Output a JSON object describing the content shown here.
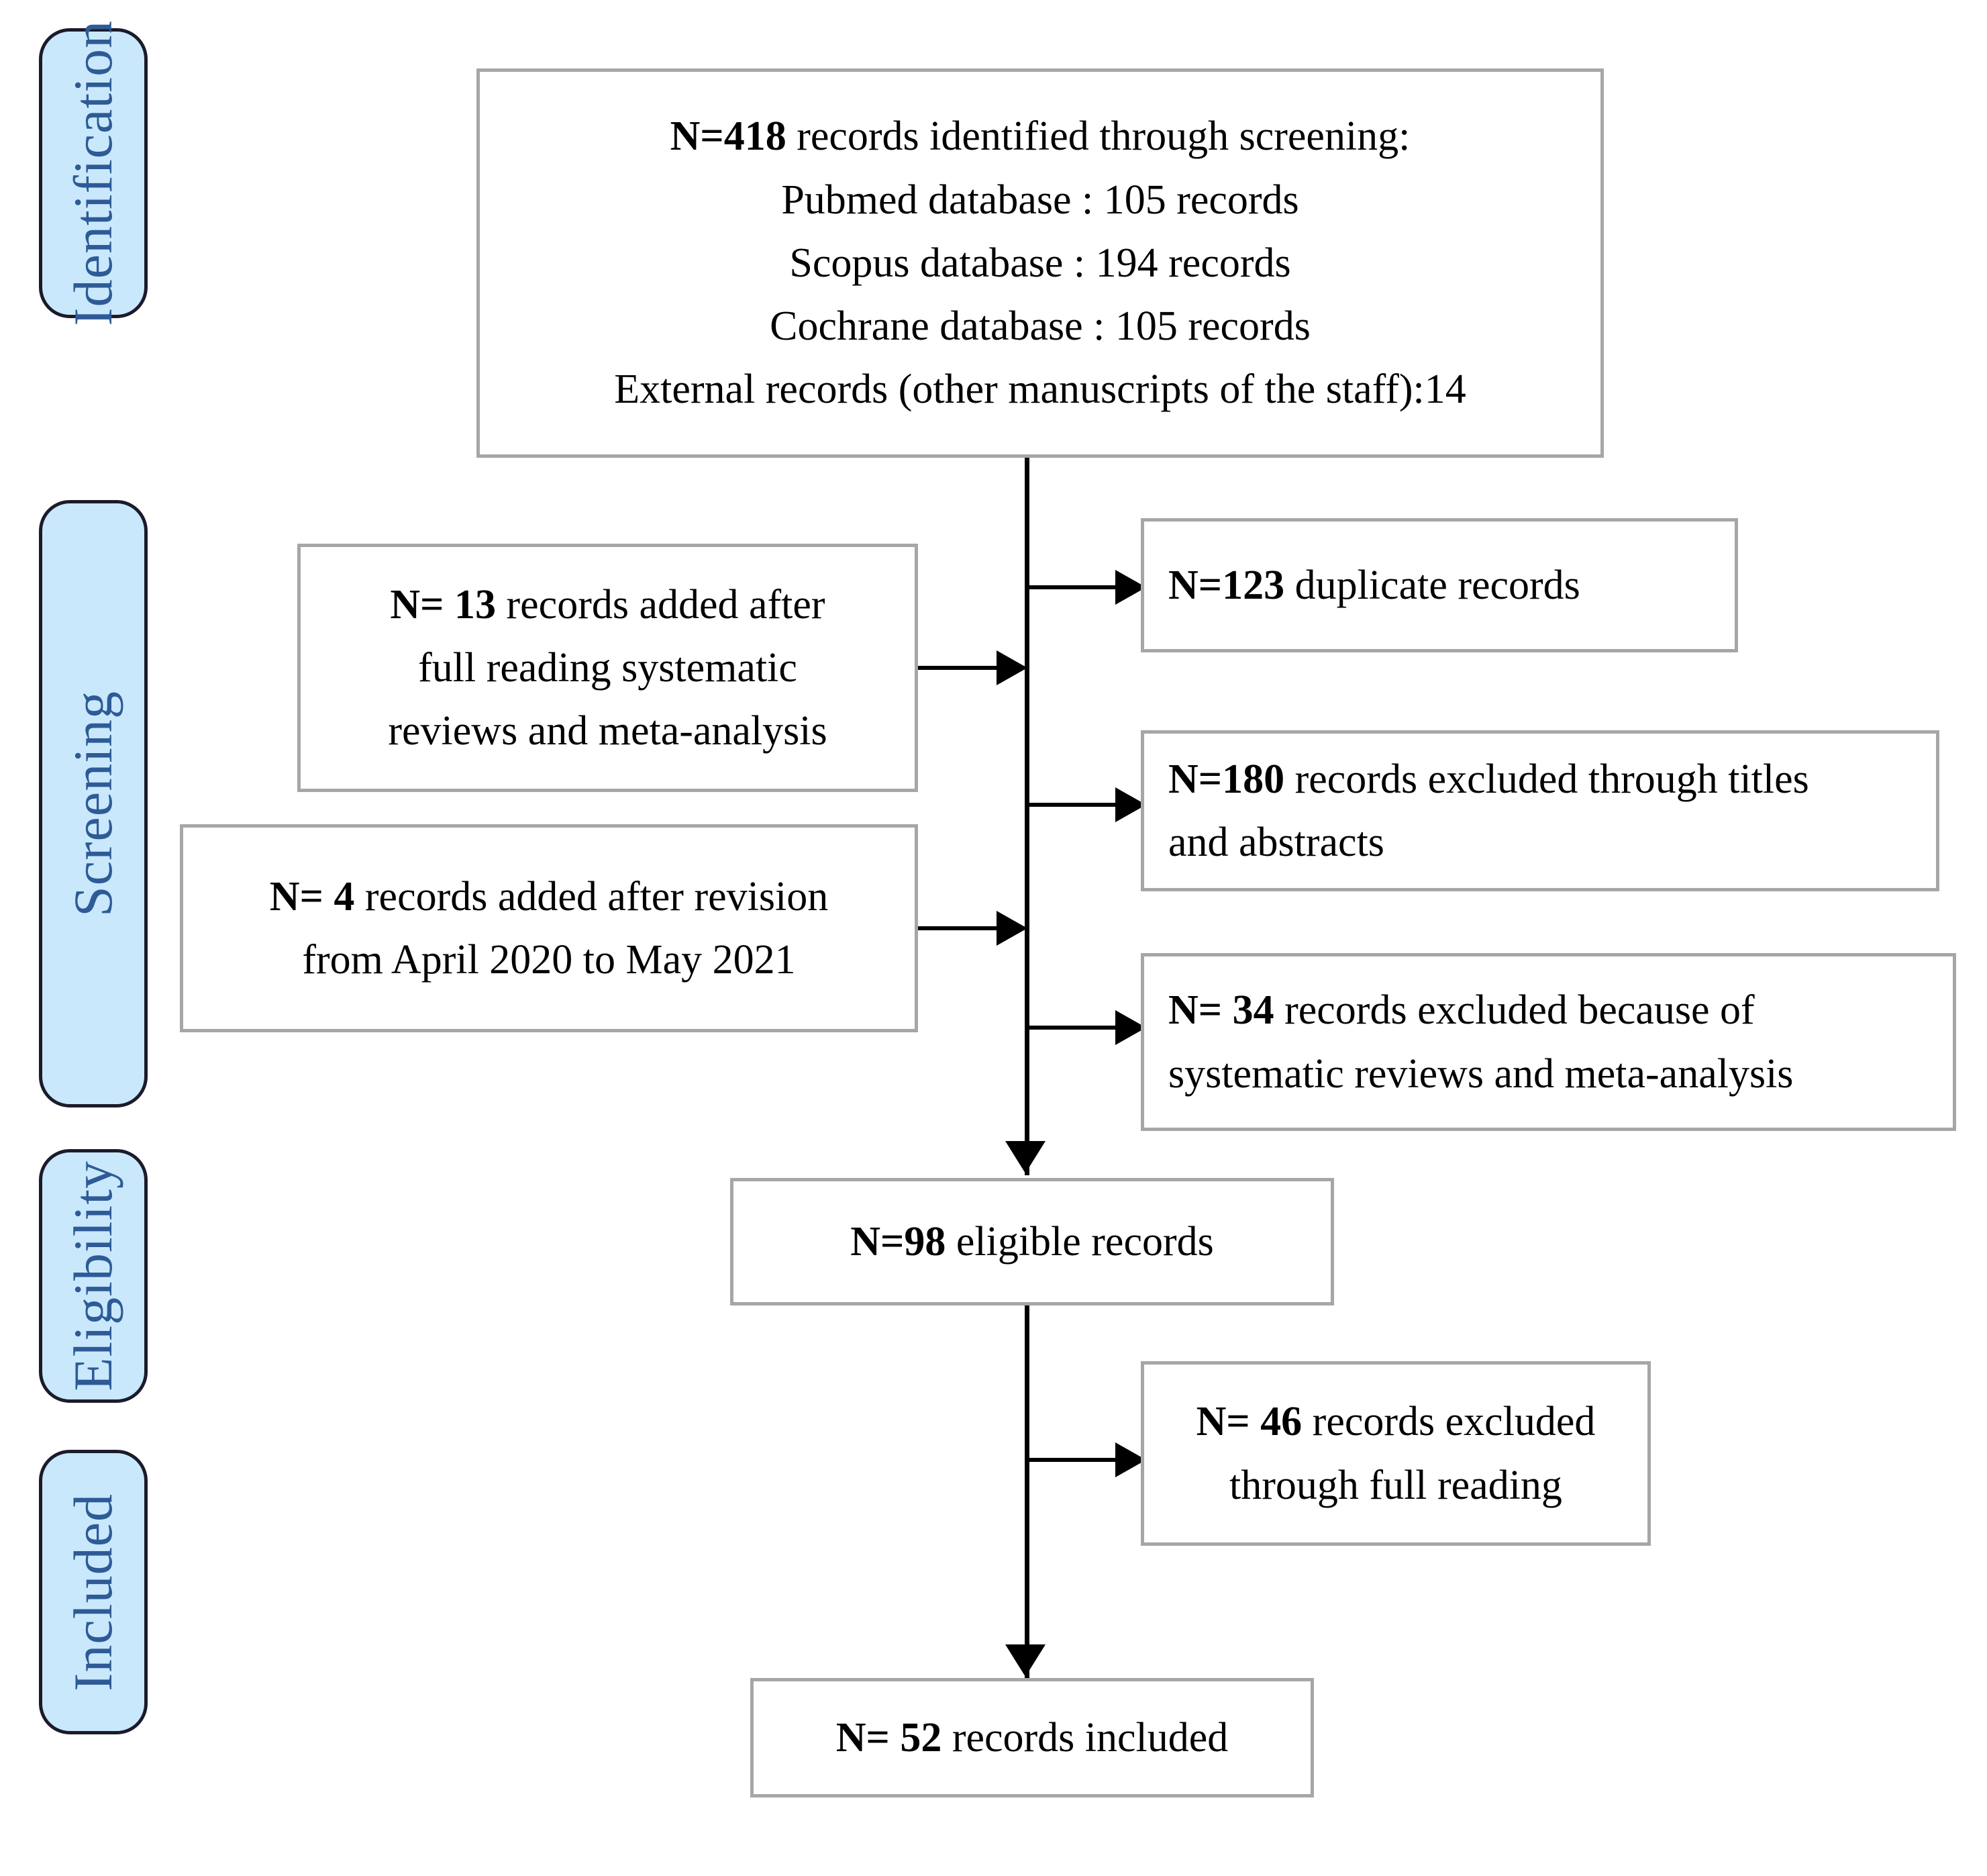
{
  "diagram": {
    "title": "PRISMA flow diagram of study selection",
    "colors": {
      "stage_fill": "#c9e8fc",
      "stage_border": "#1b1b2b",
      "stage_text": "#2e5b96",
      "box_border": "#a6a6a6",
      "box_fill": "#ffffff",
      "connector": "#000000",
      "text": "#000000"
    }
  },
  "stages": [
    {
      "id": "identification",
      "label": "Identification"
    },
    {
      "id": "screening",
      "label": "Screening"
    },
    {
      "id": "eligibility",
      "label": "Eligibility"
    },
    {
      "id": "included",
      "label": "Included"
    }
  ],
  "boxes": {
    "identification": {
      "lines": [
        {
          "bold": "N=418",
          "rest": " records identified through screening:"
        },
        {
          "bold": "",
          "rest": "Pubmed database : 105 records"
        },
        {
          "bold": "",
          "rest": "Scopus database : 194 records"
        },
        {
          "bold": "",
          "rest": "Cochrane database : 105 records"
        },
        {
          "bold": "",
          "rest": "External records (other manuscripts of the staff):14"
        }
      ],
      "l0b": "N=418",
      "l0r": " records identified through screening:",
      "l1": "Pubmed database : 105 records",
      "l2": "Scopus database : 194 records",
      "l3": "Cochrane database : 105 records",
      "l4": "External records (other manuscripts of the staff):14"
    },
    "added_systematic": {
      "l0b": "N= 13",
      "l0r": " records added after",
      "l1": "full reading systematic",
      "l2": "reviews and meta-analysis"
    },
    "added_revision": {
      "l0b": "N= 4",
      "l0r": " records added after revision",
      "l1": "from April 2020 to May 2021"
    },
    "duplicates": {
      "l0b": "N=123",
      "l0r": " duplicate records"
    },
    "excluded_titles": {
      "l0b": "N=180",
      "l0r": " records excluded through titles",
      "l1": "and abstracts"
    },
    "excluded_reviews": {
      "l0b": "N= 34",
      "l0r": " records excluded because of",
      "l1": "systematic reviews and meta-analysis"
    },
    "eligible": {
      "l0b": "N=98",
      "l0r": " eligible records"
    },
    "excluded_fullread": {
      "l0b": "N= 46",
      "l0r": " records excluded",
      "l1": "through full reading"
    },
    "included": {
      "l0b": "N= 52",
      "l0r": " records included"
    }
  },
  "counts": {
    "identified_total": 418,
    "pubmed": 105,
    "scopus": 194,
    "cochrane": 105,
    "external": 14,
    "added_after_systematic_reading": 13,
    "added_after_revision": 4,
    "duplicates": 123,
    "excluded_titles_abstracts": 180,
    "excluded_systematic_reviews": 34,
    "eligible": 98,
    "excluded_full_reading": 46,
    "included": 52
  }
}
